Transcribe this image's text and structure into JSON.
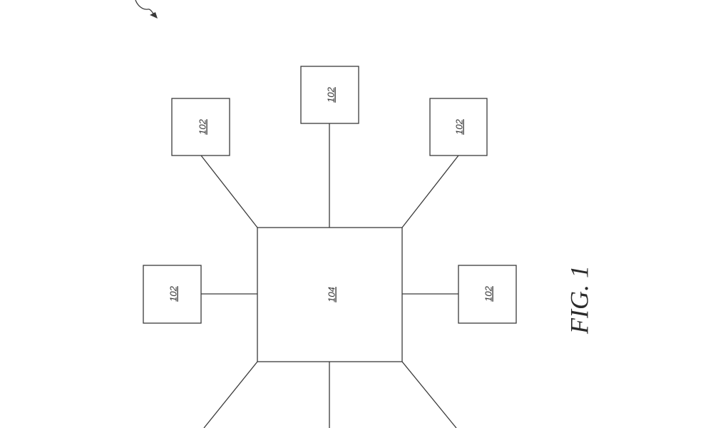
{
  "figure": {
    "caption": "FIG. 1",
    "hub": {
      "label": "104"
    },
    "nodes": [
      {
        "label": "102"
      },
      {
        "label": "102"
      },
      {
        "label": "102"
      },
      {
        "label": "102"
      },
      {
        "label": "102"
      }
    ]
  }
}
